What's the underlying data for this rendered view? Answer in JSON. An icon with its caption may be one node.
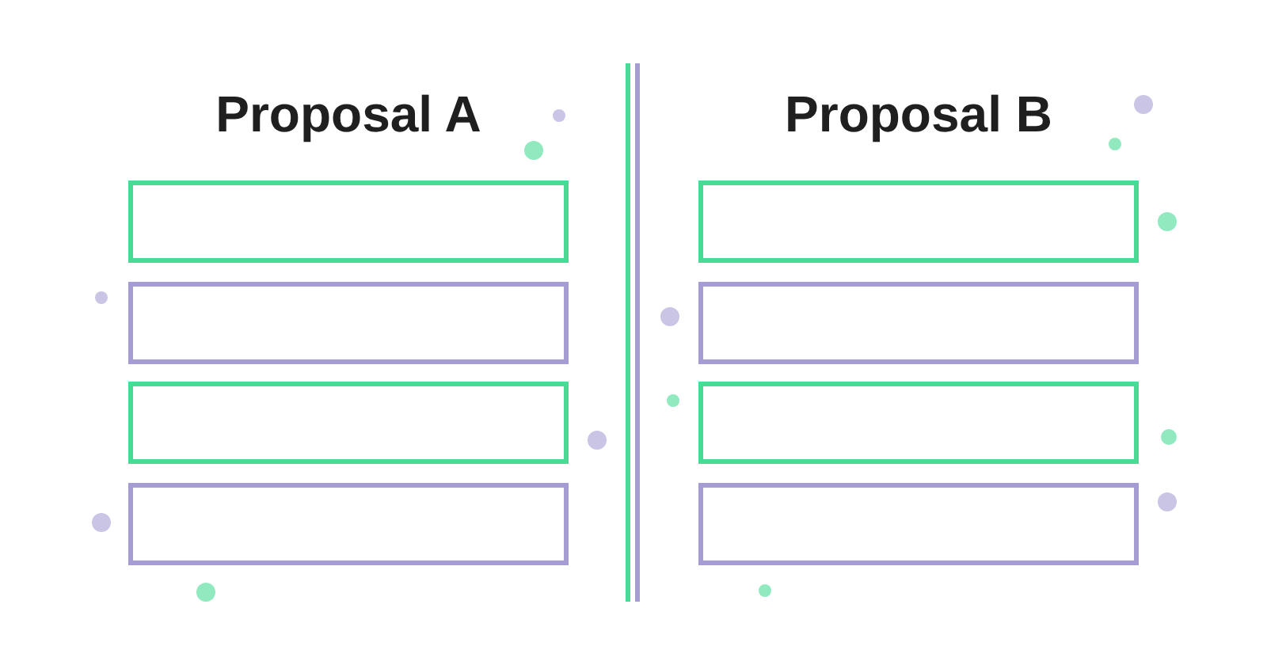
{
  "diagram": {
    "nodes": [
      {
        "text": [],
        "shape": "box"
      },
      {
        "text": [],
        "shape": "box"
      },
      {
        "text": [],
        "shape": "box"
      },
      {
        "text": [],
        "shape": "box"
      },
      {
        "text": [],
        "shape": "box"
      },
      {
        "text": [],
        "shape": "box"
      },
      {
        "text": [],
        "shape": "box"
      },
      {
        "text": [],
        "shape": "box"
      }
    ],
    "labels": [
      "Proposal A",
      "Proposal B"
    ]
  }
}
